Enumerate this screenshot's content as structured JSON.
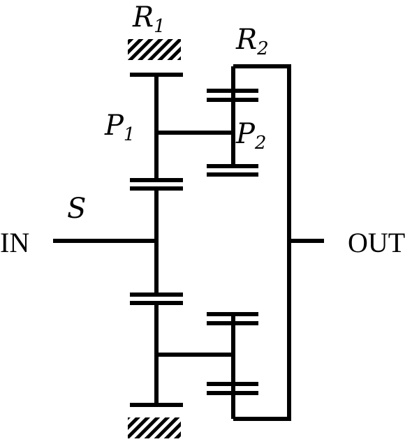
{
  "labels": {
    "r1_main": "R",
    "r1_sub": "1",
    "r2_main": "R",
    "r2_sub": "2",
    "p1_main": "P",
    "p1_sub": "1",
    "p2_main": "P",
    "p2_sub": "2",
    "s": "S",
    "in": "IN",
    "out": "OUT"
  }
}
